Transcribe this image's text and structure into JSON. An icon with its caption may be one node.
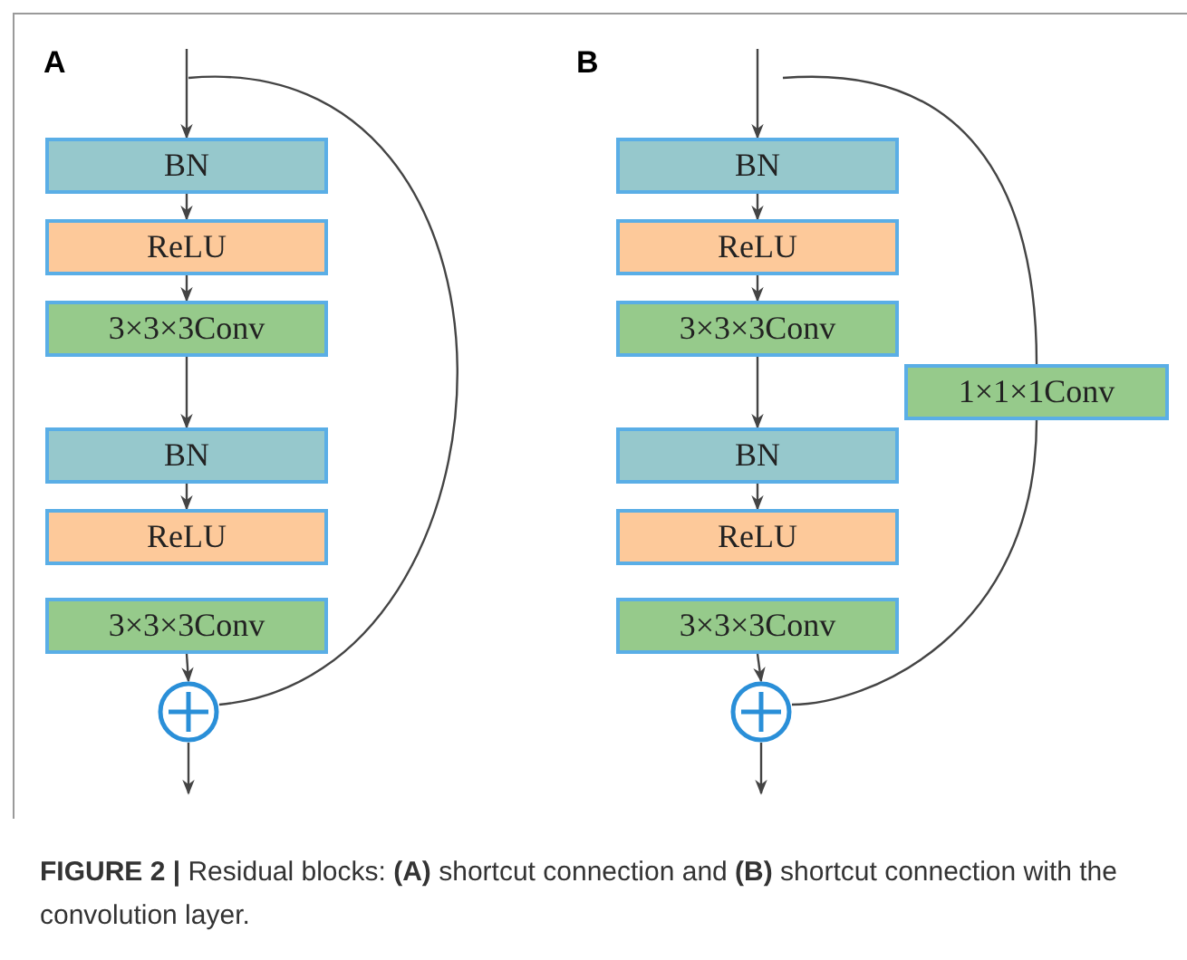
{
  "diagram": {
    "caption": "**FIGURE 2 |** Residual blocks: **(A)** shortcut connection and **(B)** shortcut connection with the convolution layer.",
    "nodes": [
      {
        "text": [
          "BN"
        ]
      },
      {
        "text": [
          "ReLU"
        ]
      },
      {
        "text": [
          "3×3×3Conv"
        ]
      },
      {
        "text": [
          "BN"
        ]
      },
      {
        "text": [
          "ReLU"
        ]
      },
      {
        "text": [
          "3×3×3Conv"
        ]
      },
      {
        "text": [],
        "shape": "circle"
      },
      {
        "text": [
          "BN"
        ]
      },
      {
        "text": [
          "ReLU"
        ]
      },
      {
        "text": [
          "3×3×3Conv"
        ]
      },
      {
        "text": [
          "1×1×1Conv"
        ]
      },
      {
        "text": [
          "BN"
        ]
      },
      {
        "text": [
          "ReLU"
        ]
      },
      {
        "text": [
          "3×3×3Conv"
        ]
      },
      {
        "text": [],
        "shape": "circle"
      }
    ],
    "edges": [
      {
        "from": null,
        "to": 0,
        "arrow": "to"
      },
      {
        "from": 0,
        "to": 1,
        "arrow": "to"
      },
      {
        "from": 1,
        "to": 2,
        "arrow": "to"
      },
      {
        "from": 2,
        "to": 3,
        "arrow": "to"
      },
      {
        "from": 3,
        "to": 4,
        "arrow": "to"
      },
      {
        "from": 5,
        "to": 6,
        "arrow": "to"
      },
      {
        "from": 6,
        "to": null,
        "arrow": "to"
      },
      {
        "from": null,
        "to": 6,
        "arrow": "none"
      },
      {
        "from": null,
        "to": 7,
        "arrow": "to"
      },
      {
        "from": 7,
        "to": 8,
        "arrow": "to"
      },
      {
        "from": 8,
        "to": 9,
        "arrow": "to"
      },
      {
        "from": 9,
        "to": 11,
        "arrow": "to"
      },
      {
        "from": 11,
        "to": 12,
        "arrow": "to"
      },
      {
        "from": 13,
        "to": 14,
        "arrow": "to"
      },
      {
        "from": 14,
        "to": null,
        "arrow": "to"
      },
      {
        "from": null,
        "to": 10,
        "arrow": "none"
      },
      {
        "from": 10,
        "to": 14,
        "arrow": "none"
      }
    ],
    "labels": [
      "A",
      "B"
    ]
  }
}
